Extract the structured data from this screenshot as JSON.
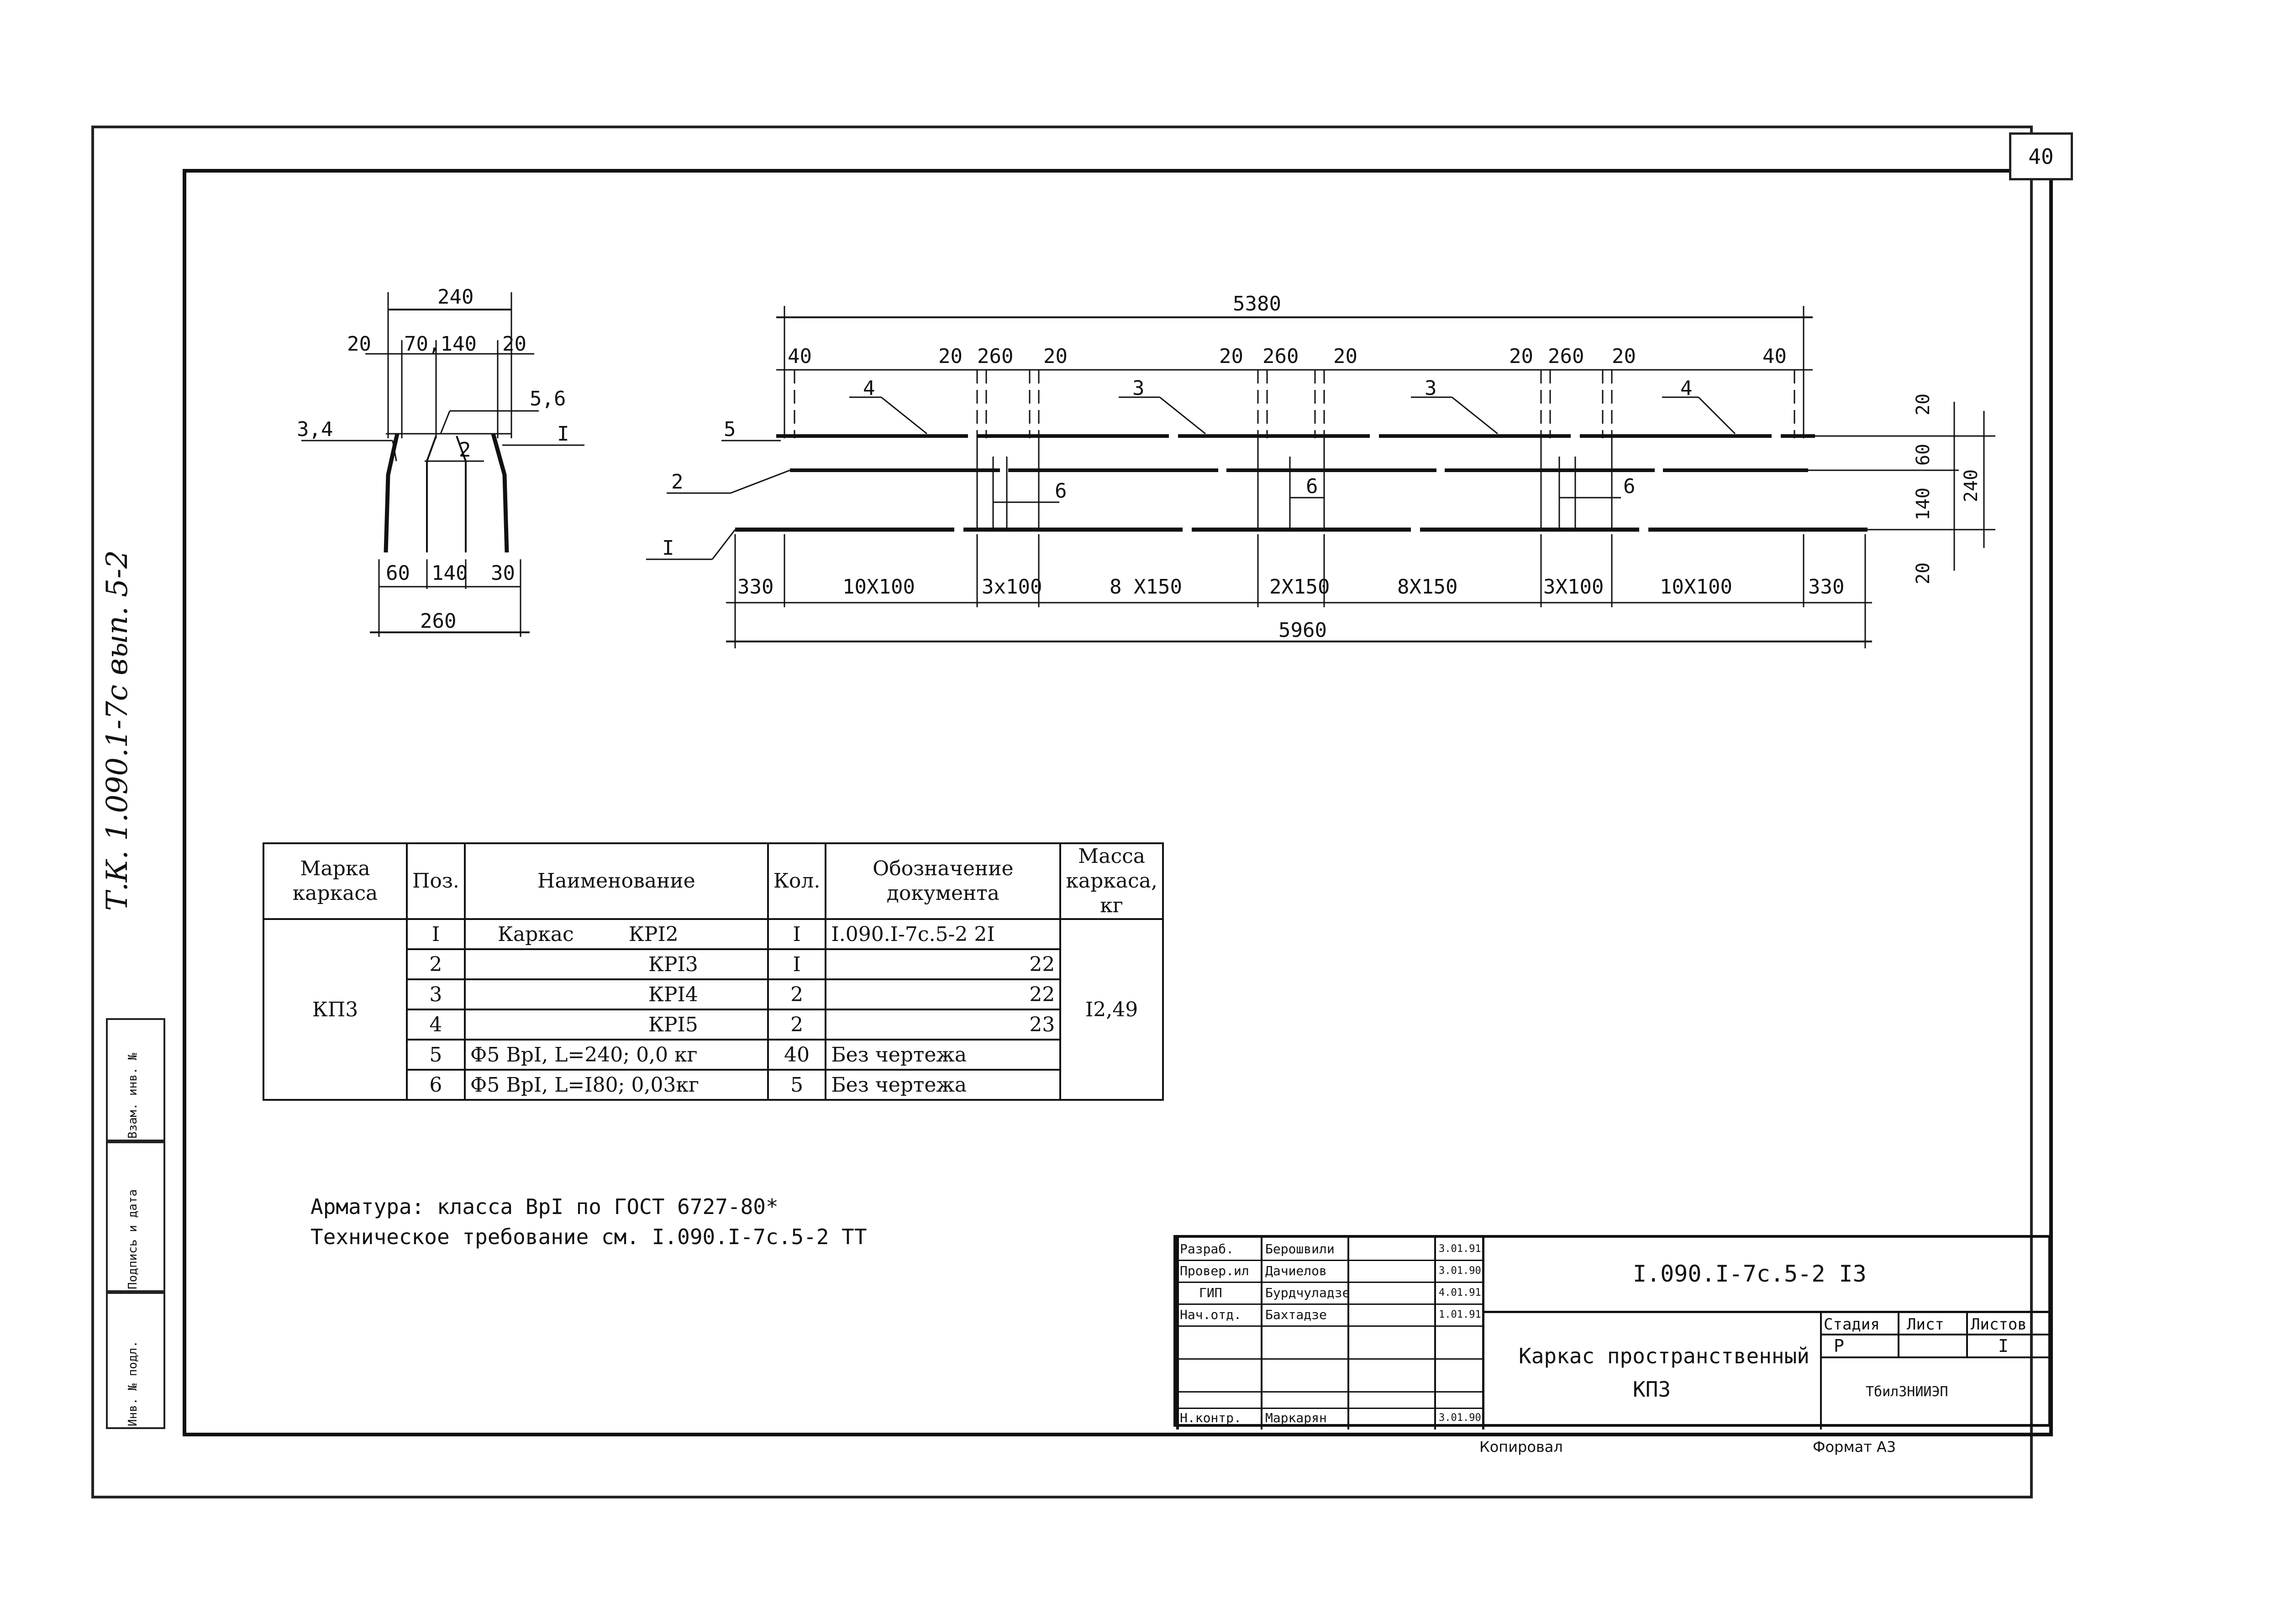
{
  "sheet_number": "40",
  "side_code": "Т.К. 1.090.1-7с вып. 5-2",
  "side_strip": {
    "cells": [
      "Инв. № подл.",
      "Подпись и дата",
      "Взам. инв. №"
    ]
  },
  "section_drawing": {
    "dims": {
      "top_total": "240",
      "top_left": "20",
      "top_mid": "70,140",
      "top_right": "20",
      "bot_left": "60",
      "bot_mid": "140",
      "bot_right": "30",
      "bot_total": "260"
    },
    "callouts": {
      "left": "3,4",
      "center": "2",
      "right_top": "5,6",
      "right": "I"
    }
  },
  "elevation_drawing": {
    "overall_top": "5380",
    "overall_bottom": "5960",
    "top_dims": [
      "40",
      "20",
      "260",
      "20",
      "20",
      "260",
      "20",
      "20",
      "260",
      "20",
      "40"
    ],
    "bottom_dims": [
      "330",
      "10X100",
      "3x100",
      "8 X150",
      "2X150",
      "8X150",
      "3X100",
      "10X100",
      "330"
    ],
    "right_dims": {
      "d20_top": "20",
      "d60": "60",
      "d140": "140",
      "d20_bot": "20",
      "total": "240"
    },
    "labels": {
      "p1": "I",
      "p2": "2",
      "p3a": "3",
      "p3b": "3",
      "p4a": "4",
      "p4b": "4",
      "p5": "5",
      "p6a": "6",
      "p6b": "6",
      "p6c": "6"
    }
  },
  "spec_table": {
    "headers": {
      "mark": "Марка каркаса",
      "pos": "Поз.",
      "name": "Наименование",
      "qty": "Кол.",
      "doc": "Обозначение документа",
      "mass": "Масса каркаса, кг"
    },
    "mark": "КП3",
    "mass": "I2,49",
    "rows": [
      {
        "pos": "I",
        "name_a": "Каркас",
        "name_b": "КРI2",
        "qty": "I",
        "doc": "I.090.I-7с.5-2 2I"
      },
      {
        "pos": "2",
        "name_a": "",
        "name_b": "КРI3",
        "qty": "I",
        "doc": "22"
      },
      {
        "pos": "3",
        "name_a": "",
        "name_b": "КРI4",
        "qty": "2",
        "doc": "22"
      },
      {
        "pos": "4",
        "name_a": "",
        "name_b": "КРI5",
        "qty": "2",
        "doc": "23"
      },
      {
        "pos": "5",
        "name_a": "Ф5 BpI, L=240; 0,0 кг",
        "name_b": "",
        "qty": "40",
        "doc": "Без чертежа"
      },
      {
        "pos": "6",
        "name_a": "Ф5 BpI, L=I80; 0,03кг",
        "name_b": "",
        "qty": "5",
        "doc": "Без чертежа"
      }
    ]
  },
  "notes": {
    "line1": "Арматура: класса BpI по ГОСТ 6727-80*",
    "line2": "Техническое требование см. I.090.I-7с.5-2 ТТ"
  },
  "title_block": {
    "code": "I.090.I-7с.5-2 I3",
    "title_line1": "Каркас пространственный",
    "title_line2": "КП3",
    "org": "ТбилЗНИИЭП",
    "stage_label": "Стадия",
    "sheet_label": "Лист",
    "sheets_label": "Листов",
    "stage": "Р",
    "sheets": "I",
    "people": [
      {
        "role": "Разраб.",
        "name": "Берошвили",
        "date": "3.01.91"
      },
      {
        "role": "Провер.ил",
        "name": "Дачиелов",
        "date": "3.01.90"
      },
      {
        "role": "ГИП",
        "name": "Бурдчуладзе",
        "date": "4.01.91"
      },
      {
        "role": "Нач.отд.",
        "name": "Бахтадзе",
        "date": "1.01.91"
      },
      {
        "role": "",
        "name": "",
        "date": ""
      },
      {
        "role": "",
        "name": "",
        "date": ""
      },
      {
        "role": "Н.контр.",
        "name": "Маркарян",
        "date": "3.01.90"
      }
    ]
  },
  "footer": {
    "copied": "Копировал",
    "format": "Формат А3"
  }
}
